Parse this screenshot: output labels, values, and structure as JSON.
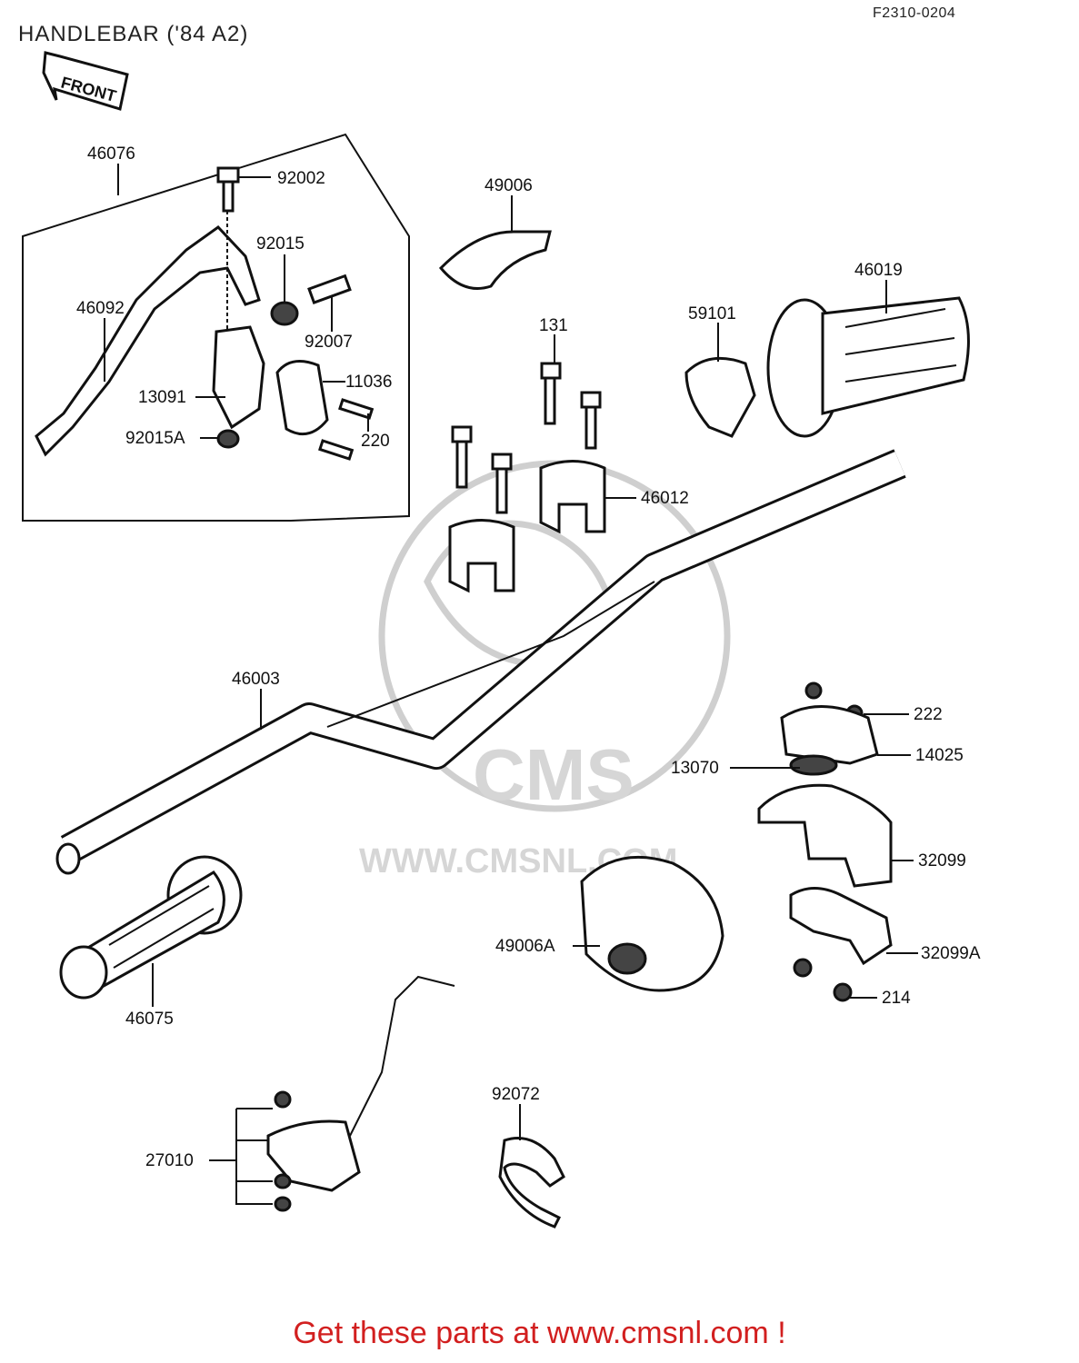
{
  "header": {
    "title": "HANDLEBAR ('84 A2)",
    "ref_code": "F2310-0204",
    "front_arrow_label": "FRONT"
  },
  "watermark": {
    "brand": "CMS",
    "url": "WWW.CMSNL.COM"
  },
  "callouts": [
    {
      "id": "46076",
      "label": "46076"
    },
    {
      "id": "92002",
      "label": "92002"
    },
    {
      "id": "92015",
      "label": "92015"
    },
    {
      "id": "46092",
      "label": "46092"
    },
    {
      "id": "92007",
      "label": "92007"
    },
    {
      "id": "11036",
      "label": "11036"
    },
    {
      "id": "13091",
      "label": "13091"
    },
    {
      "id": "92015A",
      "label": "92015A"
    },
    {
      "id": "220",
      "label": "220"
    },
    {
      "id": "49006",
      "label": "49006"
    },
    {
      "id": "131",
      "label": "131"
    },
    {
      "id": "59101",
      "label": "59101"
    },
    {
      "id": "46019",
      "label": "46019"
    },
    {
      "id": "46012",
      "label": "46012"
    },
    {
      "id": "46003",
      "label": "46003"
    },
    {
      "id": "222",
      "label": "222"
    },
    {
      "id": "14025",
      "label": "14025"
    },
    {
      "id": "13070",
      "label": "13070"
    },
    {
      "id": "32099",
      "label": "32099"
    },
    {
      "id": "49006A",
      "label": "49006A"
    },
    {
      "id": "32099A",
      "label": "32099A"
    },
    {
      "id": "214",
      "label": "214"
    },
    {
      "id": "46075",
      "label": "46075"
    },
    {
      "id": "92072",
      "label": "92072"
    },
    {
      "id": "27010",
      "label": "27010"
    }
  ],
  "footer": {
    "text": "Get these parts at www.cmsnl.com !",
    "color": "#d21f1f"
  }
}
